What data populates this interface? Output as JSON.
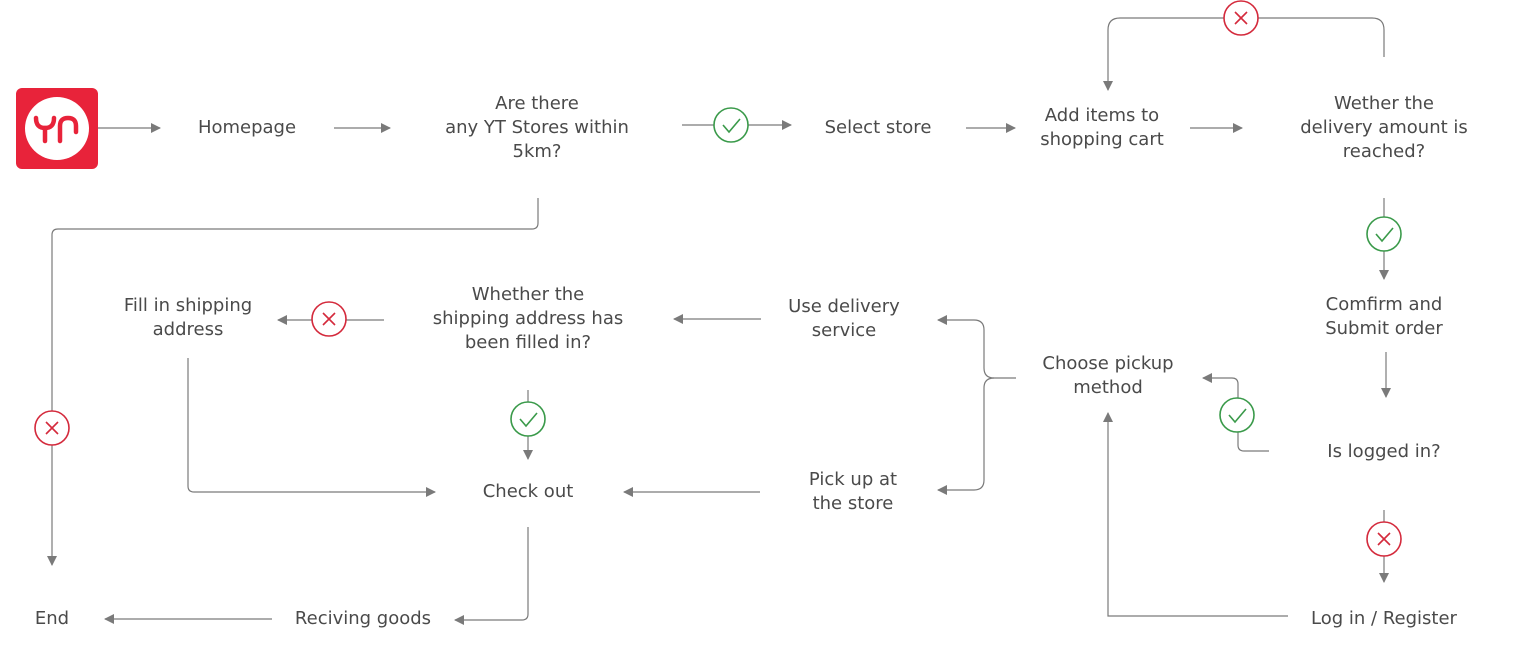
{
  "logo": {
    "text": "YT",
    "brand_color": "#e8233a"
  },
  "colors": {
    "line": "#7a7a7a",
    "yes": "#3a9a4a",
    "no": "#d42a3c",
    "text": "#4a4a4a"
  },
  "nodes": {
    "homepage": "Homepage",
    "stores_check": "Are there\nany YT Stores within\n5km?",
    "select_store": "Select store",
    "add_items": "Add items to\nshopping cart",
    "delivery_amount": "Wether the\ndelivery amount is\nreached?",
    "confirm_order": "Comfirm and\nSubmit order",
    "logged_in": "Is logged in?",
    "login_register": "Log in / Register",
    "choose_pickup": "Choose pickup\nmethod",
    "use_delivery": "Use delivery\nservice",
    "pickup_store": "Pick up at\nthe store",
    "address_check": "Whether the\nshipping address has\nbeen filled in?",
    "fill_address": "Fill in shipping\naddress",
    "check_out": "Check out",
    "receiving": "Reciving goods",
    "end": "End"
  },
  "icons": [
    "check-icon",
    "cross-icon"
  ]
}
